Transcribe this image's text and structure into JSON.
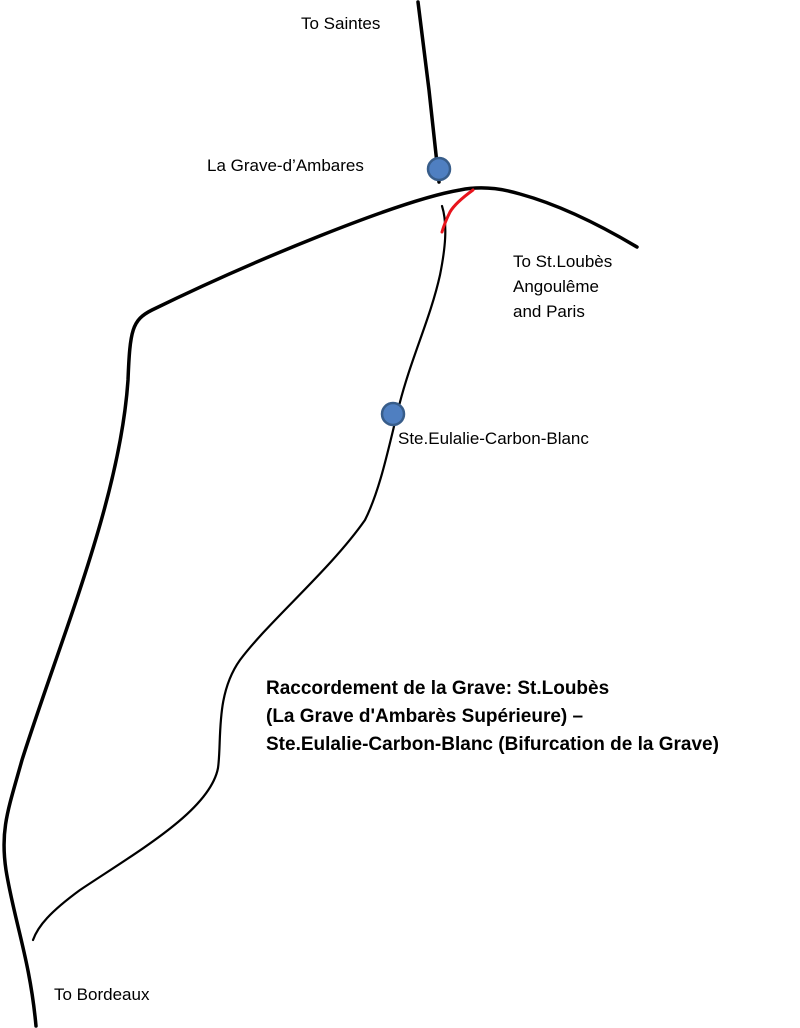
{
  "diagram": {
    "title_lines": [
      "Raccordement de la Grave: St.Loubès",
      "(La Grave d'Ambarès Supérieure) –",
      "Ste.Eulalie-Carbon-Blanc (Bifurcation de la Grave)"
    ],
    "destinations": {
      "north": "To Saintes",
      "east_lines": [
        "To St.Loubès",
        "Angoulême",
        "and Paris"
      ],
      "south": "To Bordeaux"
    },
    "stations": {
      "la_grave": "La Grave-d’Ambares",
      "ste_eulalie": "Ste.Eulalie-Carbon-Blanc"
    },
    "colors": {
      "track": "#000000",
      "connection": "#e8141c",
      "station_fill": "#4f7fc1",
      "station_stroke": "#385d8a"
    }
  }
}
